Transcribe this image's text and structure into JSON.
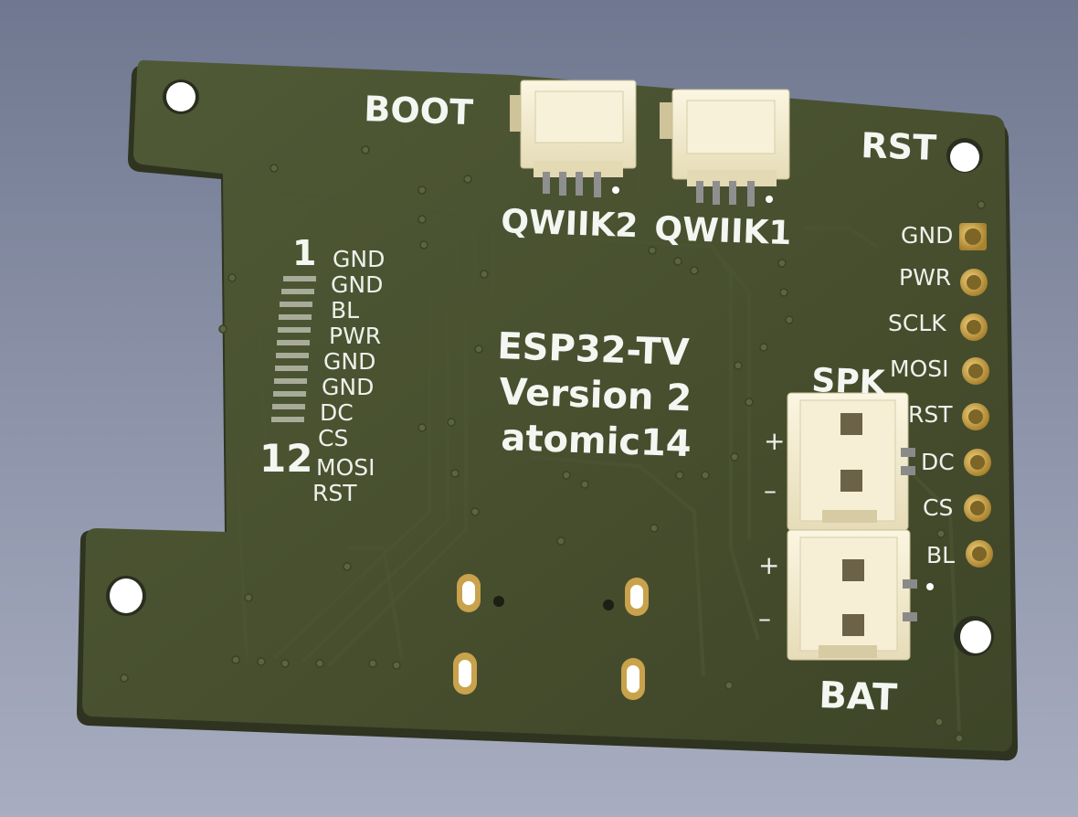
{
  "board": {
    "title_line1": "ESP32-TV",
    "title_line2": "Version 2",
    "title_line3": "atomic14",
    "colors": {
      "soldermask": "#4a5232",
      "edge": "#2f3420",
      "silk": "#f4f6f2",
      "connector": "#f1ead0",
      "pad_gold": "#c9a24c"
    }
  },
  "labels": {
    "boot": "BOOT",
    "rst": "RST",
    "qwiik2": "QWIIK2",
    "qwiik1": "QWIIK1",
    "spk": "SPK",
    "bat": "BAT",
    "plus": "+",
    "minus": "–"
  },
  "display_header": {
    "pin_first": "1",
    "pin_last": "12",
    "pins": [
      "GND",
      "GND",
      "BL",
      "PWR",
      "GND",
      "GND",
      "DC",
      "CS",
      "MOSI",
      "RST"
    ]
  },
  "side_header": {
    "pins": [
      "GND",
      "PWR",
      "SCLK",
      "MOSI",
      "RST",
      "DC",
      "CS",
      "BL"
    ]
  }
}
